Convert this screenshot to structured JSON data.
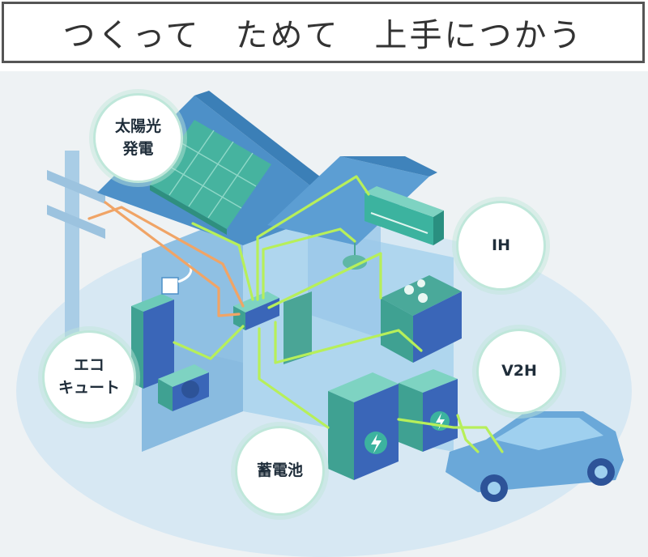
{
  "header": {
    "title": "つくって　ためて　上手につかう"
  },
  "labels": {
    "solar": "太陽光\n発電",
    "ih": "IH",
    "ecocute": "エコ\nキュート",
    "v2h": "V2H",
    "battery": "蓄電池"
  },
  "colors": {
    "background": "#eef2f4",
    "ground": "#d7e8f3",
    "house_roof": "#4d90c8",
    "house_wall": "#9ecbe8",
    "solar_panel": "#46b39f",
    "line_green": "#b7ef5a",
    "line_orange": "#f0a466",
    "bubble_border": "#bfe7da",
    "car": "#6aa8d9"
  }
}
